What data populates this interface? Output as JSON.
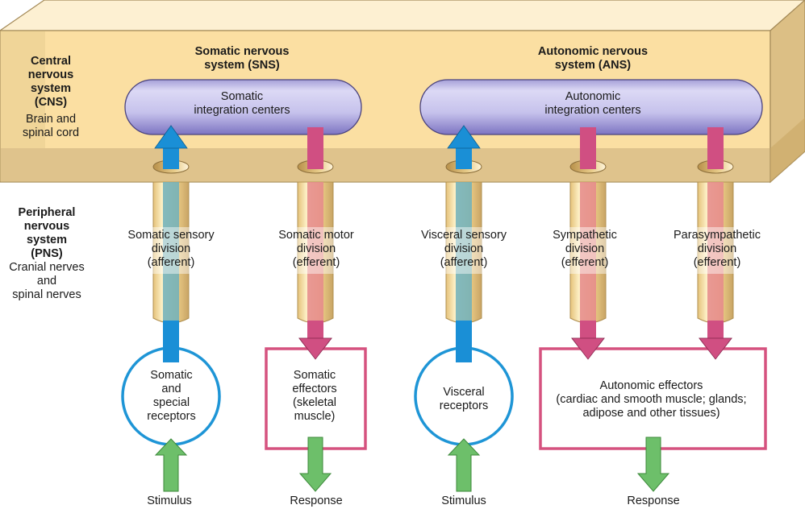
{
  "cns": {
    "title": "Central\nnervous\nsystem\n(CNS)",
    "subtitle": "Brain and\nspinal cord"
  },
  "pns": {
    "title": "Peripheral\nnervous\nsystem\n(PNS)",
    "subtitle": "Cranial nerves\nand\nspinal nerves"
  },
  "sns": {
    "title": "Somatic nervous\nsystem (SNS)",
    "center": "Somatic\nintegration centers"
  },
  "ans": {
    "title": "Autonomic nervous\nsystem (ANS)",
    "center": "Autonomic\nintegration centers"
  },
  "divisions": [
    {
      "label": "Somatic sensory\ndivision\n(afferent)",
      "direction": "afferent",
      "color": "blue"
    },
    {
      "label": "Somatic motor\ndivision\n(efferent)",
      "direction": "efferent",
      "color": "pink"
    },
    {
      "label": "Visceral sensory\ndivision\n(afferent)",
      "direction": "afferent",
      "color": "blue"
    },
    {
      "label": "Sympathetic\ndivision\n(efferent)",
      "direction": "efferent",
      "color": "pink"
    },
    {
      "label": "Parasympathetic\ndivision\n(efferent)",
      "direction": "efferent",
      "color": "pink"
    }
  ],
  "endpoints": {
    "somatic_receptors": "Somatic\nand\nspecial\nreceptors",
    "somatic_effectors": "Somatic\neffectors\n(skeletal\nmuscle)",
    "visceral_receptors": "Visceral\nreceptors",
    "autonomic_effectors": "Autonomic effectors\n(cardiac and smooth muscle; glands;\nadipose and other tissues)"
  },
  "io_labels": [
    {
      "text": "Stimulus"
    },
    {
      "text": "Response"
    },
    {
      "text": "Stimulus"
    },
    {
      "text": "Response"
    }
  ],
  "colors": {
    "box_front": "#fbdfa2",
    "box_top": "#fdf0d2",
    "box_side": "#dcbf85",
    "box_bottom_band": "#e0c48e",
    "box_edge": "#a48a58",
    "pill_fill": "#bdb8e6",
    "pill_edge": "#4a437e",
    "afferent": "#1a8fd6",
    "efferent": "#d04f82",
    "nerve_tube": "#f4d68e",
    "receptor_outline": "#1e95d6",
    "effector_outline": "#d5527f",
    "io_arrow": "#6dbf6a"
  }
}
